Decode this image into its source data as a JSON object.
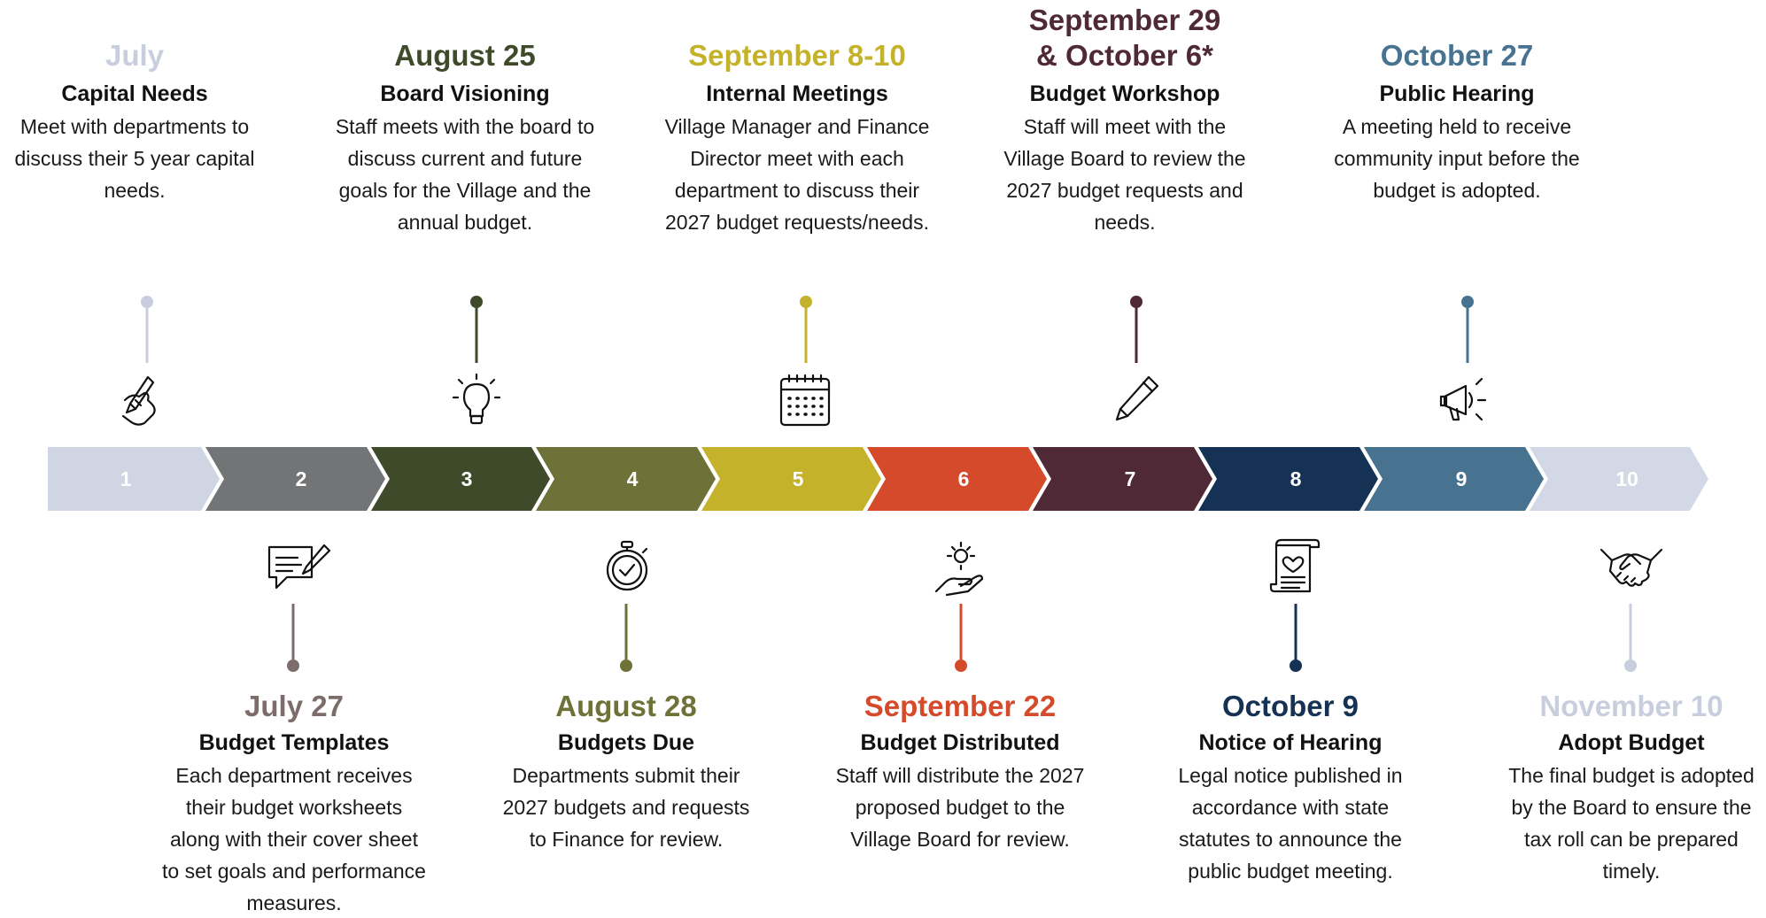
{
  "steps": [
    "1",
    "2",
    "3",
    "4",
    "5",
    "6",
    "7",
    "8",
    "9",
    "10"
  ],
  "colors": {
    "step": [
      "#cfd5e3",
      "#737475",
      "#3f4a2a",
      "#6f7238",
      "#c5b22b",
      "#d54a2b",
      "#4f2a36",
      "#153254",
      "#477391",
      "#d2d8e6"
    ],
    "july": "#c8cede",
    "july27": "#7c6d6a",
    "aug25": "#3f4a2a",
    "aug28": "#6f7238",
    "sep810": "#c5b22b",
    "sep22": "#d54a2b",
    "sep29": "#4f2a36",
    "oct9": "#153254",
    "oct27": "#477391",
    "nov10": "#c8cede"
  },
  "icons": [
    "hand-writing-icon",
    "speech-bubble-edit-icon",
    "lightbulb-icon",
    "stopwatch-icon",
    "calendar-icon",
    "hand-idea-icon",
    "pencil-icon",
    "document-heart-icon",
    "megaphone-icon",
    "handshake-icon"
  ],
  "top_events": [
    {
      "date": "July",
      "title": "Capital Needs",
      "desc": "Meet with departments to discuss their 5 year capital needs."
    },
    {
      "date": "August 25",
      "title": "Board Visioning",
      "desc": "Staff meets with the board to discuss current and future goals for the Village and the annual budget."
    },
    {
      "date": "September 8-10",
      "title": "Internal Meetings",
      "desc": "Village Manager and Finance Director meet with each department to discuss their 2027 budget requests/needs."
    },
    {
      "date": "September 29\n& October 6*",
      "title": "Budget Workshop",
      "desc": "Staff will meet with the Village Board to review the 2027 budget requests and needs."
    },
    {
      "date": "October 27",
      "title": "Public Hearing",
      "desc": "A meeting held to receive community input before the budget is adopted."
    }
  ],
  "bottom_events": [
    {
      "date": "July 27",
      "title": "Budget Templates",
      "desc": "Each department receives their budget worksheets along with their cover sheet to set goals and performance measures."
    },
    {
      "date": "August 28",
      "title": "Budgets Due",
      "desc": "Departments submit their 2027 budgets and requests to Finance for review."
    },
    {
      "date": "September 22",
      "title": "Budget Distributed",
      "desc": "Staff will distribute the 2027 proposed budget to the Village Board for review."
    },
    {
      "date": "October 9",
      "title": "Notice of Hearing",
      "desc": "Legal notice published in accordance with state statutes to announce the public budget meeting."
    },
    {
      "date": "November 10",
      "title": "Adopt Budget",
      "desc": "The final budget is adopted by the Board to ensure the tax roll can be prepared timely."
    }
  ]
}
